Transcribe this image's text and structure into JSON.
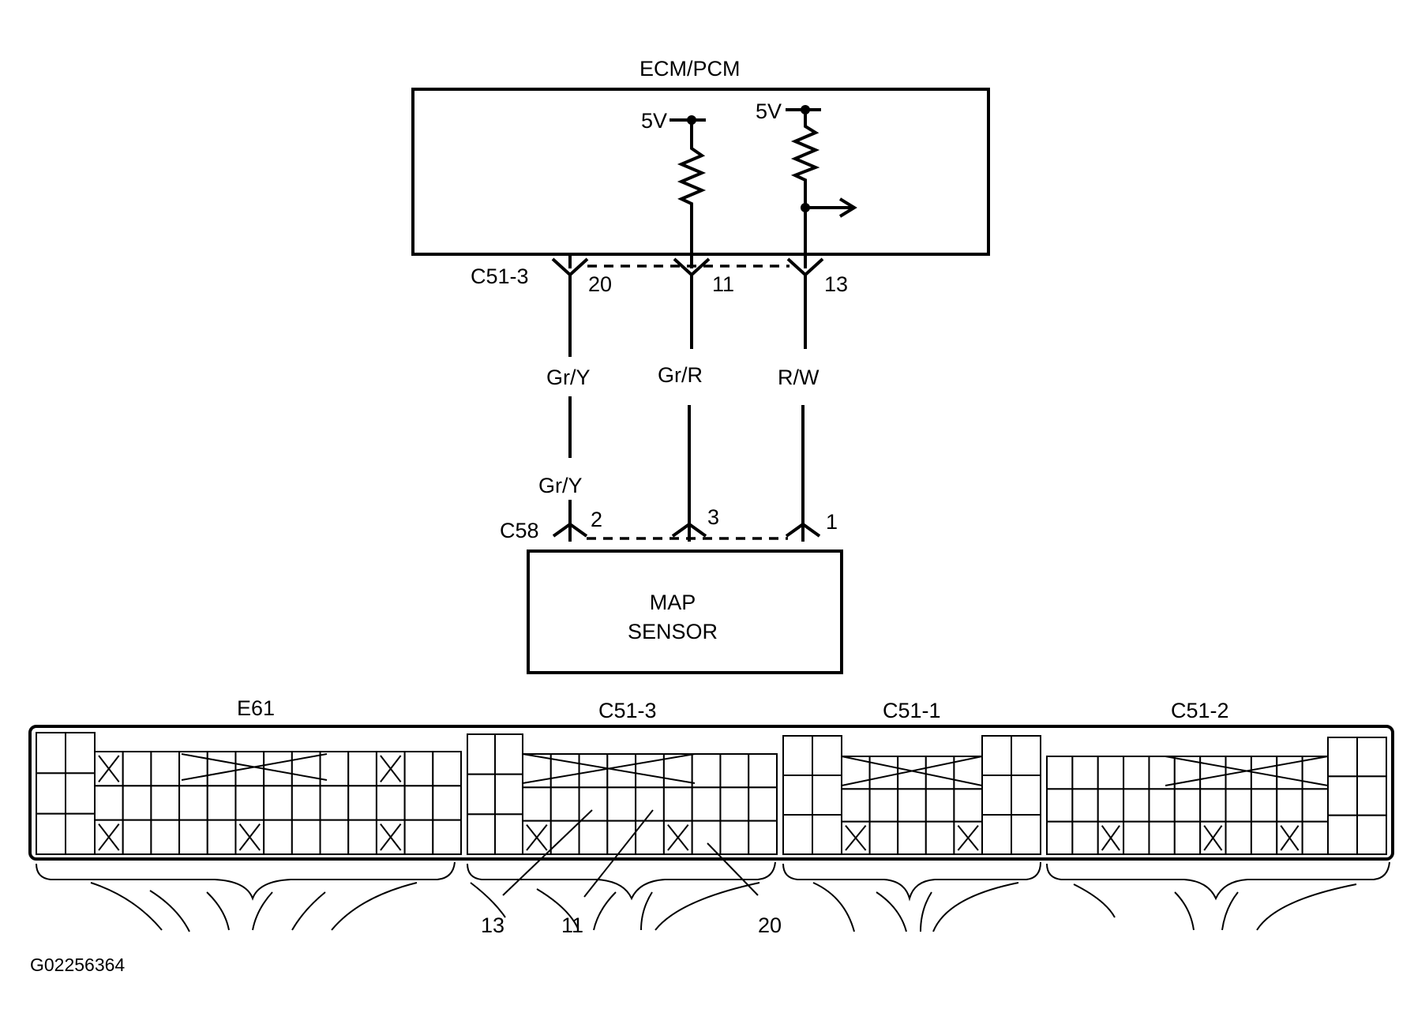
{
  "ecm": {
    "title": "ECM/PCM",
    "supply_left": "5V",
    "supply_right": "5V"
  },
  "ecm_connector": {
    "name": "C51-3",
    "pins": [
      "20",
      "11",
      "13"
    ]
  },
  "wires": {
    "w1": "Gr/Y",
    "w2": "Gr/R",
    "w3": "R/W",
    "w1_sensor": "Gr/Y"
  },
  "sensor_connector": {
    "name": "C58",
    "pins": [
      "2",
      "3",
      "1"
    ]
  },
  "sensor": {
    "line1": "MAP",
    "line2": "SENSOR"
  },
  "connector_face": {
    "labels": [
      "E61",
      "C51-3",
      "C51-1",
      "C51-2"
    ],
    "pin_callouts": [
      "13",
      "11",
      "20"
    ]
  },
  "figure_id": "G02256364"
}
